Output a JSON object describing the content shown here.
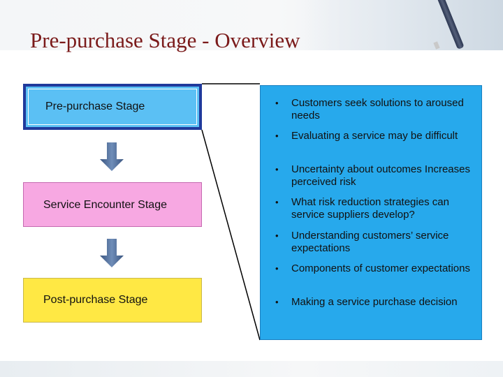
{
  "title": "Pre-purchase Stage - Overview",
  "stages": [
    {
      "label": "Pre-purchase Stage",
      "color": "#5bc0f4",
      "border": "#203a9c"
    },
    {
      "label": "Service Encounter Stage",
      "color": "#f7a8e2",
      "border": "#c46ab0"
    },
    {
      "label": "Post-purchase Stage",
      "color": "#ffe844",
      "border": "#c9b84a"
    }
  ],
  "panel": {
    "color": "#27a9ec",
    "bullet_glyph": "•",
    "bullets": [
      "Customers seek solutions to aroused needs",
      "Evaluating a service may be difficult",
      "Uncertainty about outcomes Increases perceived risk",
      "What risk reduction strategies can service suppliers develop?",
      "Understanding customers’ service expectations",
      "Components of customer expectations",
      "Making a service purchase decision"
    ]
  },
  "icons": {
    "arrow": "down-arrow-icon",
    "header_image": "pen-icon"
  },
  "colors": {
    "title": "#7a1a1a",
    "arrow": "#4a6896"
  }
}
